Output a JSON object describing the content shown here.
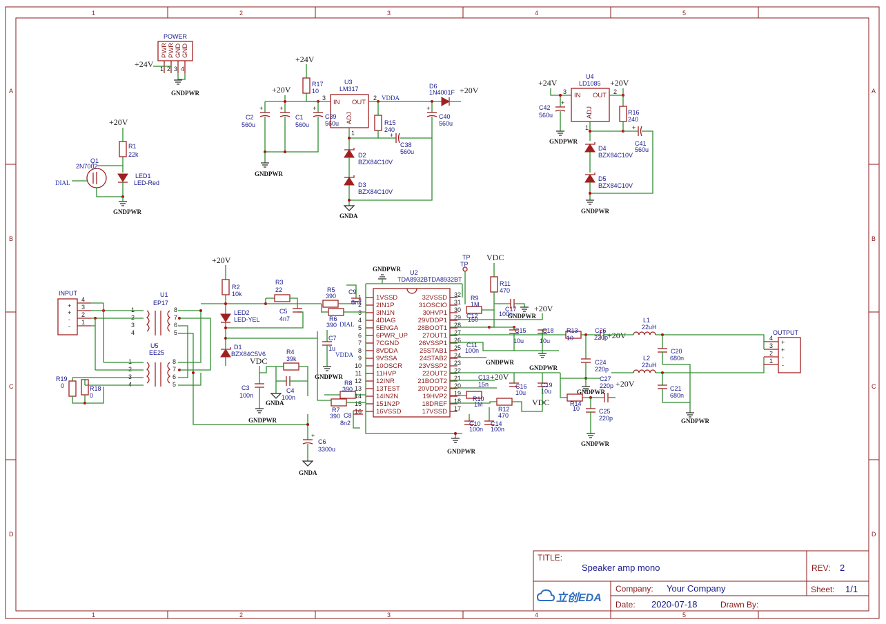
{
  "frame": {
    "columns": [
      "1",
      "2",
      "3",
      "4",
      "5"
    ],
    "rows": [
      "A",
      "B",
      "C",
      "D"
    ]
  },
  "nets": {
    "p24": "+24V",
    "p20": "+20V",
    "vdc": "VDC",
    "vdda": "VDDA",
    "dial": "DIAL",
    "gndpwr": "GNDPWR",
    "gnda": "GNDA",
    "tp": "TP"
  },
  "power_connector": {
    "title": "POWER",
    "pins": [
      "PWR",
      "PWR",
      "GND",
      "GND"
    ],
    "pin_numbers": [
      "1",
      "2",
      "3",
      "4"
    ]
  },
  "parts": {
    "r1": {
      "ref": "R1",
      "val": "22k"
    },
    "q1": {
      "ref": "Q1",
      "val": "2N7002"
    },
    "led1": {
      "ref": "LED1",
      "val": "LED-Red"
    },
    "r17": {
      "ref": "R17",
      "val": "10"
    },
    "u3": {
      "ref": "U3",
      "val": "LM317",
      "in": "IN",
      "out": "OUT",
      "adj": "ADJ",
      "p1": "1",
      "p2": "2",
      "p3": "3"
    },
    "c2": {
      "ref": "C2",
      "val": "560u"
    },
    "c1": {
      "ref": "C1",
      "val": "560u"
    },
    "c39": {
      "ref": "C39",
      "val": "560u"
    },
    "r15": {
      "ref": "R15",
      "val": "240"
    },
    "c38": {
      "ref": "C38",
      "val": "560u"
    },
    "d2": {
      "ref": "D2",
      "val": "BZX84C10V"
    },
    "d3": {
      "ref": "D3",
      "val": "BZX84C10V"
    },
    "d6": {
      "ref": "D6",
      "val": "1N4001F"
    },
    "c40": {
      "ref": "C40",
      "val": "560u"
    },
    "u4": {
      "ref": "U4",
      "val": "LD1085",
      "in": "IN",
      "out": "OUT",
      "adj": "ADJ",
      "p1": "1",
      "p2": "2",
      "p3": "3"
    },
    "c42": {
      "ref": "C42",
      "val": "560u"
    },
    "r16": {
      "ref": "R16",
      "val": "240"
    },
    "c41": {
      "ref": "C41",
      "val": "560u"
    },
    "d4": {
      "ref": "D4",
      "val": "BZX84C10V"
    },
    "d5": {
      "ref": "D5",
      "val": "BZX84C10V"
    },
    "input": {
      "ref": "INPUT"
    },
    "u1": {
      "ref": "U1",
      "val": "EP17"
    },
    "u5": {
      "ref": "U5",
      "val": "EE25"
    },
    "r19": {
      "ref": "R19",
      "val": "0"
    },
    "r18": {
      "ref": "R18",
      "val": "0"
    },
    "r2": {
      "ref": "R2",
      "val": "10k"
    },
    "led2": {
      "ref": "LED2",
      "val": "LED-YEL"
    },
    "d1": {
      "ref": "D1",
      "val": "BZX84C5V6"
    },
    "r3": {
      "ref": "R3",
      "val": "22"
    },
    "c5": {
      "ref": "C5",
      "val": "4n7"
    },
    "r4": {
      "ref": "R4",
      "val": "39k"
    },
    "c3": {
      "ref": "C3",
      "val": "100n"
    },
    "c4": {
      "ref": "C4",
      "val": "100n"
    },
    "c6": {
      "ref": "C6",
      "val": "3300u"
    },
    "r5": {
      "ref": "R5",
      "val": "390"
    },
    "r6": {
      "ref": "R6",
      "val": "390"
    },
    "c9": {
      "ref": "C9",
      "val": "8n2"
    },
    "c7": {
      "ref": "C7",
      "val": "1u"
    },
    "r8": {
      "ref": "R8",
      "val": "390"
    },
    "r7": {
      "ref": "R7",
      "val": "390"
    },
    "c8": {
      "ref": "C8",
      "val": "8n2"
    },
    "u2": {
      "ref": "U2",
      "val": "TDA8932BTDA8932BT"
    },
    "r9": {
      "ref": "R9",
      "val": "1M"
    },
    "c12": {
      "ref": "C12",
      "val": "150"
    },
    "r11": {
      "ref": "R11",
      "val": "470"
    },
    "c17": {
      "ref": "C17",
      "val": "100n"
    },
    "c15": {
      "ref": "C15",
      "val": "10u"
    },
    "c18": {
      "ref": "C18",
      "val": "10u"
    },
    "c11": {
      "ref": "C11",
      "val": "100n"
    },
    "c13": {
      "ref": "C13",
      "val": "15n"
    },
    "c16": {
      "ref": "C16",
      "val": "10u"
    },
    "c19": {
      "ref": "C19",
      "val": "10u"
    },
    "r10": {
      "ref": "R10",
      "val": "1M"
    },
    "r12": {
      "ref": "R12",
      "val": "470"
    },
    "c10": {
      "ref": "C10",
      "val": "100n"
    },
    "c14": {
      "ref": "C14",
      "val": "100n"
    },
    "r13": {
      "ref": "R13",
      "val": "10"
    },
    "c26": {
      "ref": "C26",
      "val": "220p"
    },
    "c24": {
      "ref": "C24",
      "val": "220p"
    },
    "r14": {
      "ref": "R14",
      "val": "10"
    },
    "c27": {
      "ref": "C27",
      "val": "220p"
    },
    "c25": {
      "ref": "C25",
      "val": "220p"
    },
    "l1": {
      "ref": "L1",
      "val": "22uH"
    },
    "l2": {
      "ref": "L2",
      "val": "22uH"
    },
    "c20": {
      "ref": "C20",
      "val": "680n"
    },
    "c21": {
      "ref": "C21",
      "val": "680n"
    },
    "output": {
      "ref": "OUTPUT"
    }
  },
  "ic_pins_left": [
    "1VSSD",
    "2IN1P",
    "3IN1N",
    "4DIAG",
    "5ENGA",
    "6PWR_UP",
    "7CGND",
    "8VDDA",
    "9VSSA",
    "10OSCR",
    "11HVP",
    "12INR",
    "13TEST",
    "14IN2N",
    "151N2P",
    "16VSSD"
  ],
  "ic_pins_right": [
    "32VSSD",
    "31OSCIO",
    "30HVP1",
    "29VDDP1",
    "28BOOT1",
    "27OUT1",
    "26VSSP1",
    "25STAB1",
    "24STAB2",
    "23VSSP2",
    "22OUT2",
    "21BOOT2",
    "20VDDP2",
    "19HVP2",
    "18DREF",
    "17VSSD"
  ],
  "title_block": {
    "title_label": "TITLE:",
    "title": "Speaker amp mono",
    "rev_label": "REV:",
    "rev": "2",
    "company_label": "Company:",
    "company": "Your Company",
    "sheet_label": "Sheet:",
    "sheet": "1/1",
    "date_label": "Date:",
    "date": "2020-07-18",
    "drawn_label": "Drawn By:",
    "logo_text": "立创EDA"
  },
  "colors": {
    "border": "#8b1a1a",
    "wire": "#2e8b2e",
    "body": "#a02020",
    "ref_text": "#1a1a8c",
    "net_text": "#1a1a1a",
    "logo": "#2f6fc0"
  }
}
